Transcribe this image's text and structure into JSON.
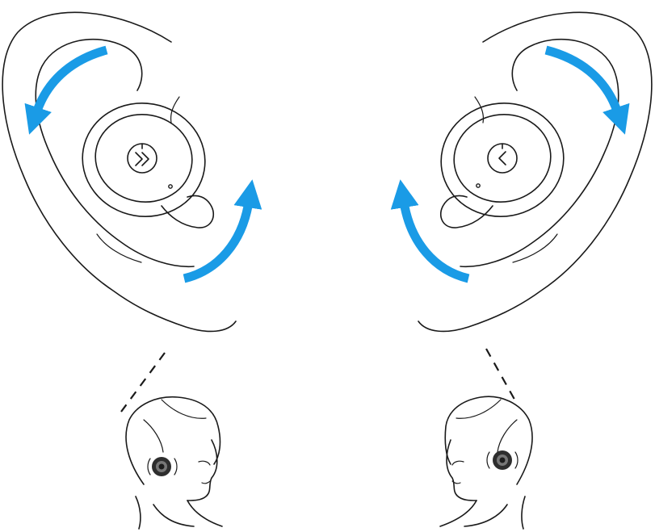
{
  "figure": {
    "description_text": "",
    "colors": {
      "arrow": "#1a9be6",
      "line": "#1a1a1a",
      "background": "#ffffff",
      "earbud_dark": "#333333"
    },
    "panels": [
      {
        "side": "left",
        "earbud_icon": "r-logo-power-icon",
        "arrows": [
          "counterclockwise-top",
          "clockwise-bottom"
        ]
      },
      {
        "side": "right",
        "earbud_icon": "l-logo-power-icon",
        "arrows": [
          "clockwise-top",
          "counterclockwise-bottom"
        ]
      }
    ]
  }
}
